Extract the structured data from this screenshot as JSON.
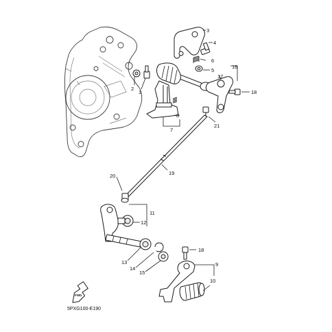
{
  "diagram_code": "5PXG100-E190",
  "forward_symbol": "FWD",
  "callouts": [
    "1",
    "2",
    "3",
    "4",
    "5",
    "6",
    "7",
    "8",
    "9",
    "10",
    "11",
    "12",
    "13",
    "14",
    "15",
    "16",
    "17",
    "18",
    "18",
    "19",
    "20",
    "21"
  ],
  "icons": {
    "forward_arrow": "fwd-arrow-icon"
  }
}
